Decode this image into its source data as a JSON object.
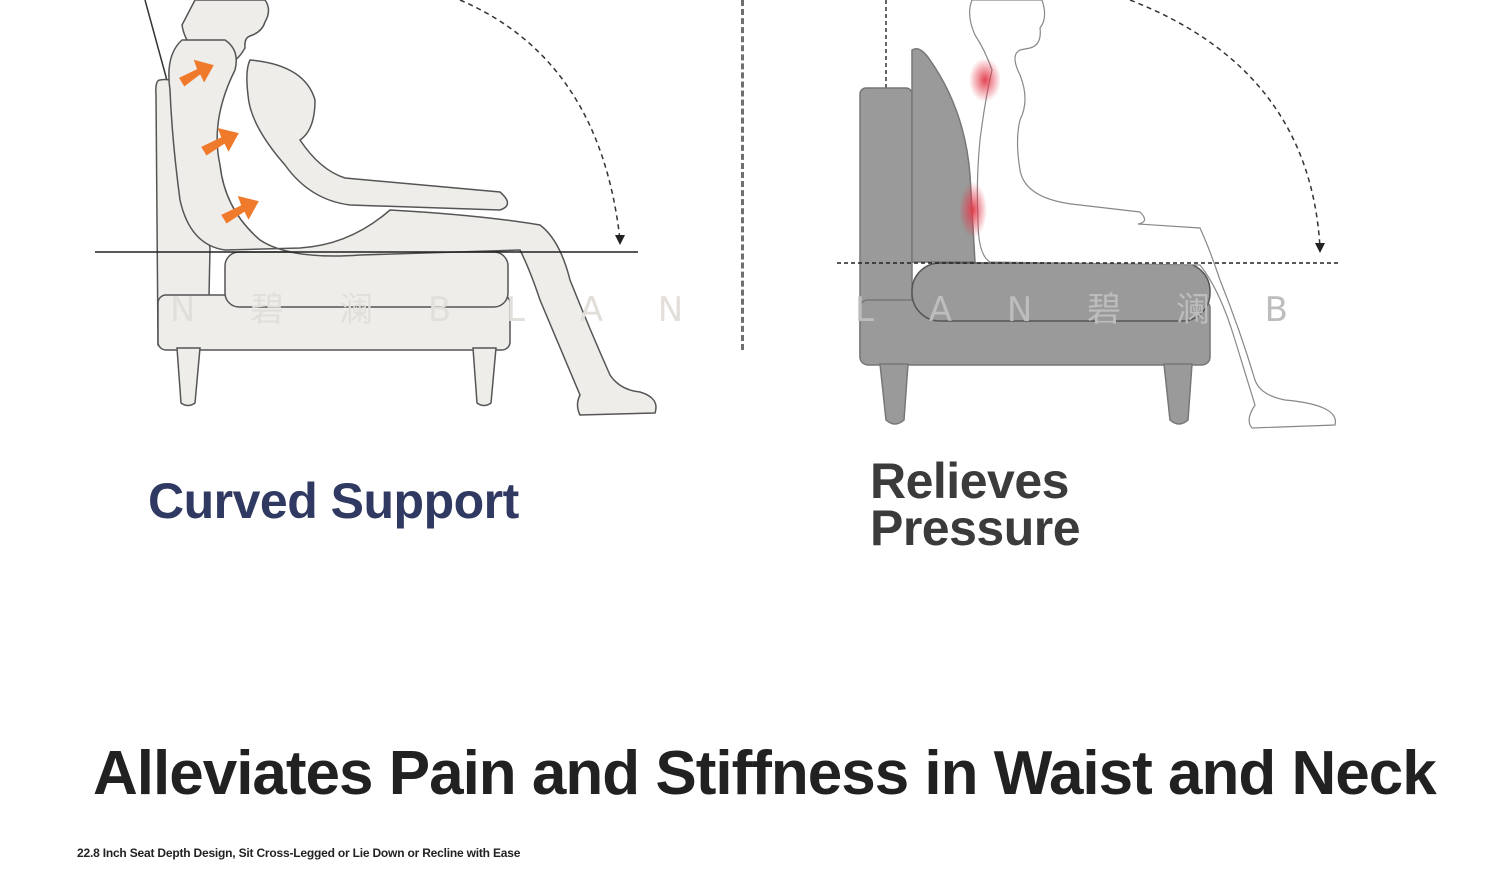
{
  "left_panel": {
    "caption": "Curved Support",
    "watermark": "N 碧 澜    B L A N"
  },
  "right_panel": {
    "caption_line1": "Relieves",
    "caption_line2": "Pressure",
    "watermark": "L A N  碧 澜      B"
  },
  "headline": "Alleviates Pain and Stiffness in Waist and Neck",
  "subline": "22.8 Inch Seat Depth Design, Sit Cross-Legged or Lie Down or Recline with Ease",
  "colors": {
    "left_caption": "#2f3961",
    "right_caption": "#3b3b3b",
    "headline": "#212121",
    "arrow_orange": "#f07a2c",
    "pressure_red": "#e23a4a",
    "sofa_light": "#efedea",
    "sofa_gray": "#9a9a9a"
  }
}
